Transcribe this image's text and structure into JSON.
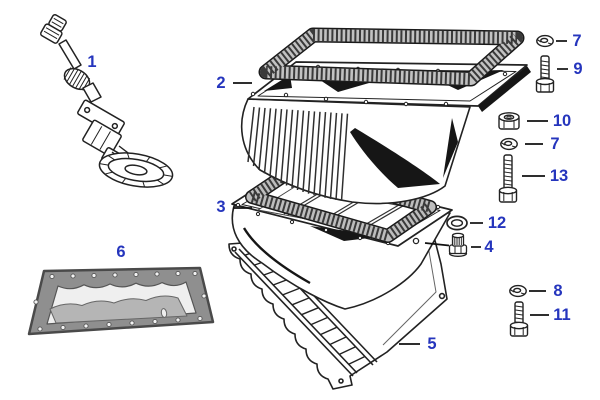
{
  "meta": {
    "description": "Exploded parts diagram of engine oil sump / oil pan assembly",
    "background_color": "#ffffff",
    "accent_color": "#2535bd",
    "line_color": "#1a1a1a"
  },
  "callouts": {
    "c1": {
      "num": "1",
      "part": "oil-pump-assembly"
    },
    "c2": {
      "num": "2",
      "part": "upper-sump-gasket"
    },
    "c3": {
      "num": "3",
      "part": "lower-sump-gasket"
    },
    "c4": {
      "num": "4",
      "part": "drain-plug"
    },
    "c5": {
      "num": "5",
      "part": "windage-tray-baffle"
    },
    "c6": {
      "num": "6",
      "part": "side-cover-gasket"
    },
    "c7a": {
      "num": "7",
      "part": "spring-washer"
    },
    "c7b": {
      "num": "7",
      "part": "spring-washer"
    },
    "c8": {
      "num": "8",
      "part": "spring-washer"
    },
    "c9": {
      "num": "9",
      "part": "hex-bolt-short"
    },
    "c10": {
      "num": "10",
      "part": "hex-nut"
    },
    "c11": {
      "num": "11",
      "part": "hex-bolt-short"
    },
    "c12": {
      "num": "12",
      "part": "sealing-ring"
    },
    "c13": {
      "num": "13",
      "part": "hex-bolt-long"
    }
  }
}
